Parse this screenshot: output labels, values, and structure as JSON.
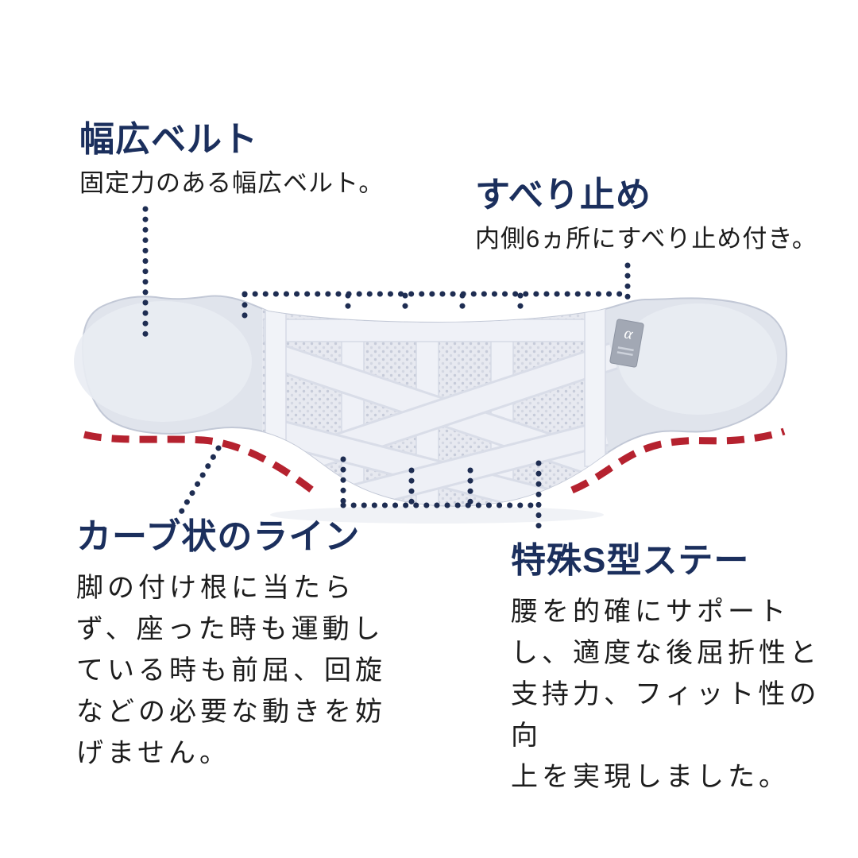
{
  "page": {
    "background": "#ffffff"
  },
  "colors": {
    "heading_navy": "#1b2f5d",
    "body_text": "#1c1c1c",
    "leader_dots_navy": "#1e2d52",
    "red_dash": "#b5222f",
    "belt_pad_gray": "#e0e4ec",
    "mesh_gray": "#e7e9f0"
  },
  "annotations": {
    "wide_belt": {
      "title": "幅広ベルト",
      "body": "固定力のある幅広ベルト。"
    },
    "anti_slip": {
      "title": "すべり止め",
      "body": "内側6ヵ所にすべり止め付き。"
    },
    "curved_line": {
      "title": "カーブ状のライン",
      "body": "脚の付け根に当たら\nず、座った時も運動し\nている時も前屈、回旋\nなどの必要な動きを妨\nげません。"
    },
    "s_stay": {
      "title": "特殊S型ステー",
      "body": "腰を的確にサポート\nし、適度な後屈折性と\n支持力、フィット性の向\n上を実現しました。"
    }
  },
  "belt": {
    "tag_logo": "α"
  }
}
